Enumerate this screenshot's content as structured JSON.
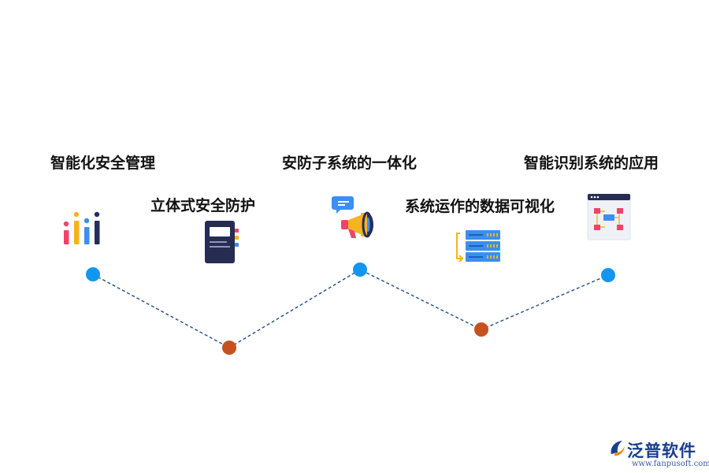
{
  "items": [
    {
      "label": "智能化安全管理",
      "position": "top",
      "node_color": "#1296ef",
      "icon": "bar-chart-icon"
    },
    {
      "label": "立体式安全防护",
      "position": "bottom",
      "node_color": "#c5511e",
      "icon": "notebook-icon"
    },
    {
      "label": "安防子系统的一体化",
      "position": "top",
      "node_color": "#1296ef",
      "icon": "megaphone-icon"
    },
    {
      "label": "系统运作的数据可视化",
      "position": "bottom",
      "node_color": "#c5511e",
      "icon": "server-icon"
    },
    {
      "label": "智能识别系统的应用",
      "position": "top",
      "node_color": "#1296ef",
      "icon": "flowchart-window-icon"
    }
  ],
  "connector": {
    "style": "dashed",
    "color": "#1e4f86"
  },
  "brand": {
    "name": "泛普软件",
    "url": "www.fanpusoft.com",
    "color": "#1b3e8c"
  }
}
